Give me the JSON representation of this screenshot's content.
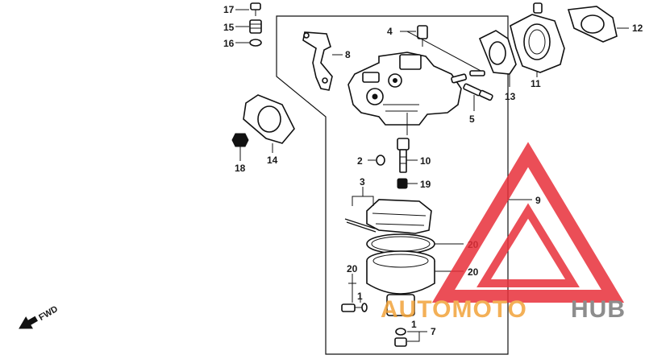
{
  "callouts": [
    {
      "id": "c17",
      "text": "17"
    },
    {
      "id": "c15",
      "text": "15"
    },
    {
      "id": "c16",
      "text": "16"
    },
    {
      "id": "c8",
      "text": "8"
    },
    {
      "id": "c4",
      "text": "4"
    },
    {
      "id": "c12",
      "text": "12"
    },
    {
      "id": "c11",
      "text": "11"
    },
    {
      "id": "c13",
      "text": "13"
    },
    {
      "id": "c5",
      "text": "5"
    },
    {
      "id": "c14",
      "text": "14"
    },
    {
      "id": "c18",
      "text": "18"
    },
    {
      "id": "c2",
      "text": "2"
    },
    {
      "id": "c10",
      "text": "10"
    },
    {
      "id": "c19",
      "text": "19"
    },
    {
      "id": "c3",
      "text": "3"
    },
    {
      "id": "c9",
      "text": "9"
    },
    {
      "id": "c20a",
      "text": "20"
    },
    {
      "id": "c20b",
      "text": "20"
    },
    {
      "id": "c20c",
      "text": "20"
    },
    {
      "id": "c1a",
      "text": "1"
    },
    {
      "id": "c1b",
      "text": "1"
    },
    {
      "id": "c7",
      "text": "7"
    }
  ],
  "fwd_label": "FWD",
  "watermark": {
    "part1": "AUTOMOTO",
    "part2": "HUB",
    "colors": {
      "red": "#e8303a",
      "orange": "#f2a33a",
      "gray": "#7a7a7a"
    }
  }
}
